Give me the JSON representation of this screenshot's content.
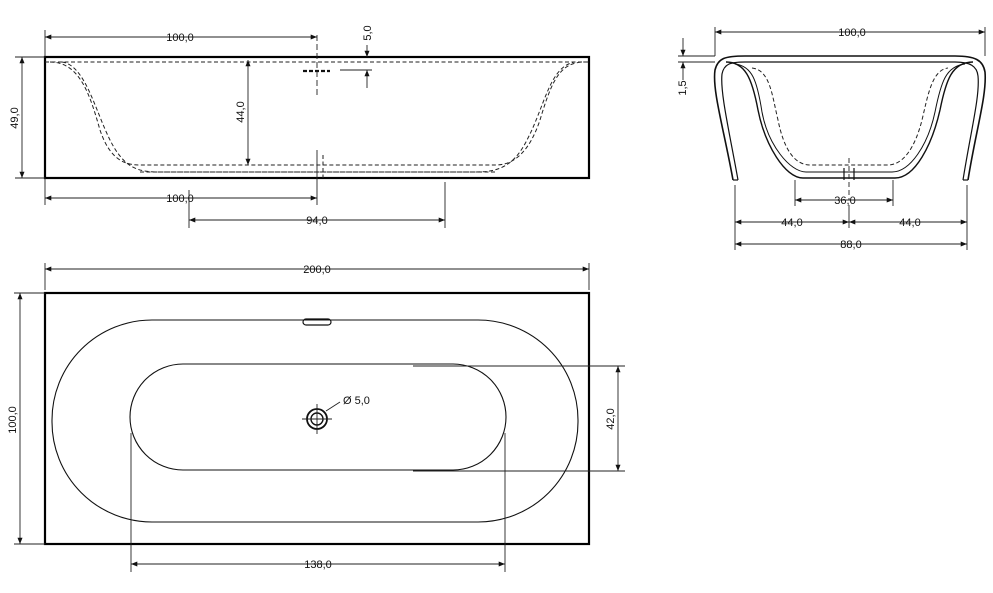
{
  "dims": {
    "side_top_left": "100,0",
    "side_lip": "5,0",
    "side_height_total": "49,0",
    "side_depth": "44,0",
    "side_bottom_left": "100,0",
    "side_bottom_span": "94,0",
    "end_width": "100,0",
    "end_rim": "1,5",
    "end_base": "36,0",
    "end_half_left": "44,0",
    "end_half_right": "44,0",
    "end_foot": "88,0",
    "plan_length": "200,0",
    "plan_width": "100,0",
    "plan_drain": "Ø 5,0",
    "plan_inner_width": "42,0",
    "plan_inner_length": "138,0"
  }
}
